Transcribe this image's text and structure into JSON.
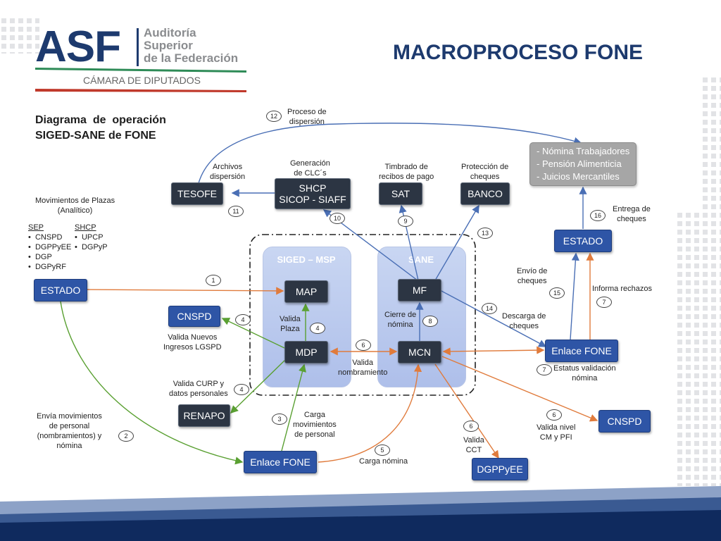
{
  "header": {
    "logo_mark": "ASF",
    "logo_lines": [
      "Auditoría",
      "Superior",
      "de la Federación"
    ],
    "logo_sub": "CÁMARA DE DIPUTADOS",
    "title": "MACROPROCESO FONE"
  },
  "diagram_title": "Diagrama  de  operación\nSIGED-SANE de FONE",
  "colors": {
    "accent": "#1d3a6e",
    "node_blue": "#2e55a6",
    "node_dark": "#2c3543",
    "node_gray": "#a6a6a6",
    "arrow_blue": "#4a6fb5",
    "arrow_orange": "#e07b3c",
    "arrow_green": "#5aa032"
  },
  "regions": {
    "siged": "SIGED – MSP",
    "sane": "SANE"
  },
  "nodes": {
    "tesofe": "TESOFE",
    "shcp": "SHCP\nSICOP - SIAFF",
    "sat": "SAT",
    "banco": "BANCO",
    "nomina_list": "- Nómina Trabajadores\n- Pensión Alimenticia\n- Juicios Mercantiles",
    "estado_right": "ESTADO",
    "estado_left": "ESTADO",
    "map": "MAP",
    "mf": "MF",
    "mdp": "MDP",
    "mcn": "MCN",
    "cnspd_left": "CNSPD",
    "renapo": "RENAPO",
    "enlace_bottom": "Enlace FONE",
    "enlace_right": "Enlace FONE",
    "cnspd_right": "CNSPD",
    "dgppyee": "DGPPyEE"
  },
  "labels": {
    "proceso_dispersion": "Proceso de\ndispersión",
    "archivos_dispersion": "Archivos\ndispersión",
    "generacion_clc": "Generación\nde CLC´s",
    "timbrado": "Timbrado de\nrecibos de pago",
    "proteccion": "Protección de\ncheques",
    "entrega_cheques": "Entrega de\ncheques",
    "movimientos_plazas": "Movimientos de Plazas\n(Analítico)",
    "sep_head": "SEP",
    "sep_items": "•  CNSPD\n•  DGPPyEE\n•  DGP\n•  DGPyRF",
    "shcp_head": "SHCP",
    "shcp_items": "•  UPCP\n•  DGPyP",
    "envio_cheques": "Envío de\ncheques",
    "informa_rechazos": "Informa rechazos",
    "valida_plaza": "Valida\nPlaza",
    "cierre_nomina": "Cierre de\nnómina",
    "descarga_cheques": "Descarga de\ncheques",
    "valida_nuevos": "Valida Nuevos\nIngresos LGSPD",
    "valida_nombramiento": "Valida\nnombramiento",
    "estatus_validacion": "Estatus validación\nnómina",
    "valida_curp": "Valida CURP y\ndatos personales",
    "envia_movimientos": "Envía movimientos\nde personal\n(nombramientos) y\nnómina",
    "carga_movimientos": "Carga\nmovimientos\nde personal",
    "carga_nomina": "Carga nómina",
    "valida_nivel": "Valida nivel\nCM y PFI",
    "valida_cct": "Valida\nCCT"
  },
  "steps": {
    "s1": "1",
    "s2": "2",
    "s3": "3",
    "s4a": "4",
    "s4b": "4",
    "s4c": "4",
    "s5": "5",
    "s6a": "6",
    "s6b": "6",
    "s6c": "6",
    "s7a": "7",
    "s7b": "7",
    "s8": "8",
    "s9": "9",
    "s10": "10",
    "s11": "11",
    "s12": "12",
    "s13": "13",
    "s14": "14",
    "s15": "15",
    "s16": "16"
  }
}
